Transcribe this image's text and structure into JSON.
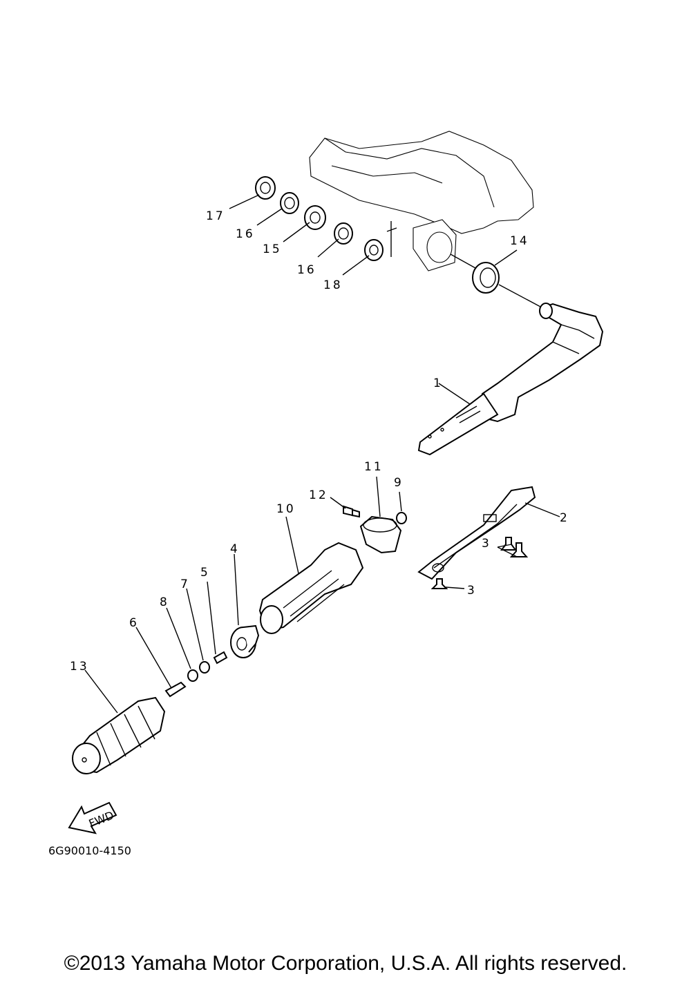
{
  "callouts": [
    "1",
    "2",
    "3",
    "3",
    "4",
    "5",
    "6",
    "7",
    "8",
    "9",
    "10",
    "11",
    "12",
    "13",
    "14",
    "15",
    "16",
    "16",
    "17",
    "18"
  ],
  "forward_label": "FWD",
  "reference_code": "6G90010-4150",
  "copyright": "©2013 Yamaha Motor Corporation, U.S.A. All rights reserved."
}
